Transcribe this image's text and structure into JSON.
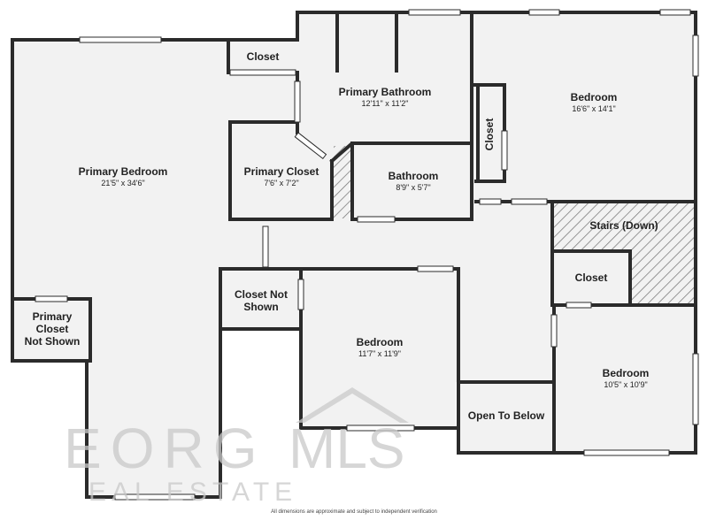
{
  "colors": {
    "wall": "#2b2b2b",
    "floor": "#f2f2f2",
    "window": "#ffffff",
    "hatch": "#777777",
    "watermark": "#c9c9c9"
  },
  "rooms": {
    "primary_bedroom": {
      "name": "Primary Bedroom",
      "dim": "21'5\" x 34'6\""
    },
    "primary_bathroom": {
      "name": "Primary Bathroom",
      "dim": "12'11\" x 11'2\""
    },
    "bedroom_1": {
      "name": "Bedroom",
      "dim": "16'6\" x 14'1\""
    },
    "closet_top": {
      "name": "Closet"
    },
    "closet_vertical": {
      "name": "Closet"
    },
    "primary_closet": {
      "name": "Primary Closet",
      "dim": "7'6\" x 7'2\""
    },
    "bathroom": {
      "name": "Bathroom",
      "dim": "8'9\" x 5'7\""
    },
    "stairs": {
      "name": "Stairs (Down)"
    },
    "closet_stairs": {
      "name": "Closet"
    },
    "closet_not_shown": {
      "line1": "Closet Not",
      "line2": "Shown"
    },
    "primary_closet_not_shown": {
      "line1": "Primary",
      "line2": "Closet",
      "line3": "Not Shown"
    },
    "bedroom_2": {
      "name": "Bedroom",
      "dim": "11'7\" x 11'9\""
    },
    "bedroom_3": {
      "name": "Bedroom",
      "dim": "10'5\" x 10'9\""
    },
    "open_to_below": {
      "name": "Open To Below"
    }
  },
  "watermark": {
    "left": "EORG",
    "right": "MLS",
    "sub": "EAL ESTATE"
  },
  "disclaimer": "All dimensions are approximate and subject to independent verification"
}
